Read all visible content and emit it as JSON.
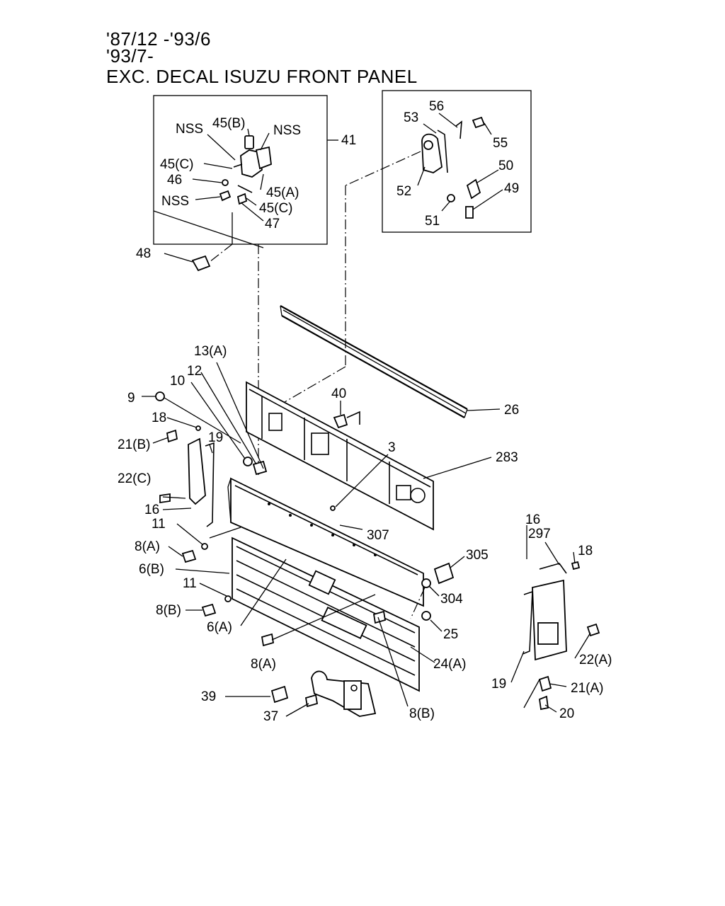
{
  "header": {
    "line1": "'87/12 -'93/6",
    "line2": "'93/7-",
    "line3": "EXC. DECAL ISUZU FRONT PANEL"
  },
  "labels": {
    "l_45b": "45(B)",
    "l_nss1": "NSS",
    "l_nss2": "NSS",
    "l_45c1": "45(C)",
    "l_46": "46",
    "l_45a": "45(A)",
    "l_nss3": "NSS",
    "l_45c2": "45(C)",
    "l_47": "47",
    "l_41": "41",
    "l_56": "56",
    "l_53": "53",
    "l_55": "55",
    "l_50": "50",
    "l_52": "52",
    "l_49": "49",
    "l_51": "51",
    "l_48": "48",
    "l_13a": "13(A)",
    "l_12": "12",
    "l_10": "10",
    "l_40": "40",
    "l_9": "9",
    "l_26": "26",
    "l_18a": "18",
    "l_21b": "21(B)",
    "l_19a": "19",
    "l_3": "3",
    "l_283": "283",
    "l_22c": "22(C)",
    "l_16a": "16",
    "l_11a": "11",
    "l_307": "307",
    "l_16b": "16",
    "l_297": "297",
    "l_18b": "18",
    "l_8a1": "8(A)",
    "l_305": "305",
    "l_6b": "6(B)",
    "l_11b": "11",
    "l_304": "304",
    "l_8b1": "8(B)",
    "l_25": "25",
    "l_6a": "6(A)",
    "l_22a": "22(A)",
    "l_24a": "24(A)",
    "l_8a2": "8(A)",
    "l_19b": "19",
    "l_21a": "21(A)",
    "l_39": "39",
    "l_37": "37",
    "l_8b2": "8(B)",
    "l_20": "20"
  }
}
